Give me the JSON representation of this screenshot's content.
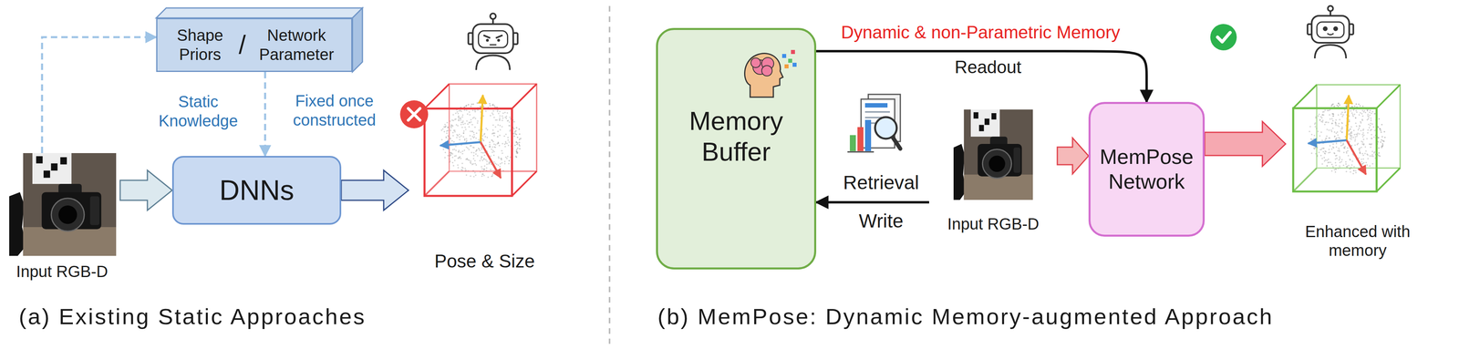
{
  "diagram": {
    "nodes": [
      {
        "text": [
          "Shape Priors",
          "/",
          "Network Parameter"
        ]
      },
      {
        "text": [
          "Input RGB-D"
        ]
      },
      {
        "text": [
          "DNNs"
        ]
      },
      {
        "text": [
          "Pose & Size"
        ]
      },
      {
        "text": [
          "Memory Buffer"
        ]
      },
      {
        "text": [
          "Input RGB-D"
        ]
      },
      {
        "text": [
          "MemPose Network"
        ]
      },
      {
        "text": [
          "Enhanced with memory"
        ]
      }
    ],
    "edges": [
      {
        "from": 1,
        "to": 0,
        "arrow": "to"
      },
      {
        "from": 0,
        "to": 2,
        "arrow": "to"
      },
      {
        "from": 1,
        "to": 2,
        "arrow": "to"
      },
      {
        "from": 2,
        "to": 3,
        "arrow": "to"
      },
      {
        "from": 4,
        "to": 6,
        "label": "Readout",
        "arrow": "to"
      },
      {
        "from": 5,
        "to": 4,
        "label": "Retrieval",
        "arrow": "to"
      },
      {
        "from": 5,
        "to": 6,
        "arrow": "to"
      },
      {
        "from": 6,
        "to": 7,
        "arrow": "to"
      }
    ],
    "labels": [
      "Static Knowledge",
      "Fixed once constructed",
      "Dynamic & non-Parametric Memory",
      "Write",
      "(a) Existing Static Approaches",
      "(b) MemPose: Dynamic Memory-augmented Approach"
    ]
  }
}
